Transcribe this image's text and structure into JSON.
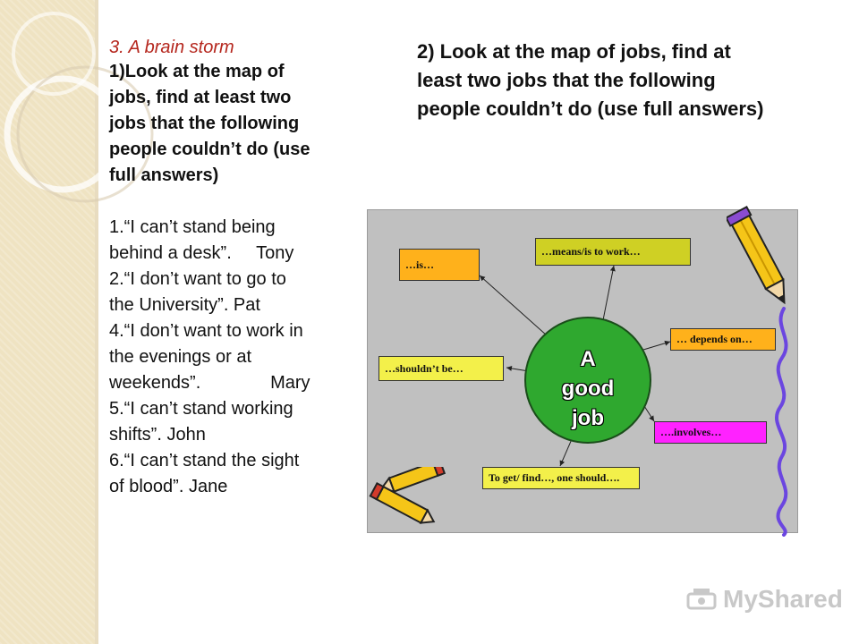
{
  "left": {
    "section_title": "3. A brain storm",
    "instruction_lines": [
      "1)Look at the map of",
      "jobs, find at least two",
      "jobs that the following",
      "people couldn’t do (use",
      "full answers)"
    ],
    "quotes": [
      {
        "line1": "1.“I can’t stand being",
        "line2": "behind a desk”.     Tony"
      },
      {
        "line1": "2.“I don’t want to go to",
        "line2": "the University”. Pat"
      },
      {
        "line1": "4.“I don’t want to work in",
        "line2": "the evenings or at",
        "line3": "weekends”.              Mary"
      },
      {
        "line1": "5.“I can’t stand working",
        "line2": "shifts”. John"
      },
      {
        "line1": "6.“I can’t stand the sight",
        "line2": "of blood”. Jane"
      }
    ]
  },
  "right": {
    "instruction_lines": [
      "2) Look at the map of jobs, find at",
      "least two jobs that the following",
      "people couldn’t do (use full answers)"
    ]
  },
  "map": {
    "center_lines": [
      "A",
      "good",
      "job"
    ],
    "nodes": {
      "is": "…is…",
      "means": "…means/is to work…",
      "depends": "… depends  on…",
      "shouldnt": "…shouldn’t  be…",
      "involves": "….involves…",
      "toget": "To get/ find…,  one should…."
    },
    "colors": {
      "background": "#c0c0c0",
      "center": "#2fa82f",
      "is": "#ffb11b",
      "means": "#cfd024",
      "depends": "#ffb11b",
      "shouldnt": "#f3f04a",
      "involves": "#ff22ff",
      "toget": "#f3f04a"
    }
  },
  "watermark": {
    "text": "MyShared"
  }
}
